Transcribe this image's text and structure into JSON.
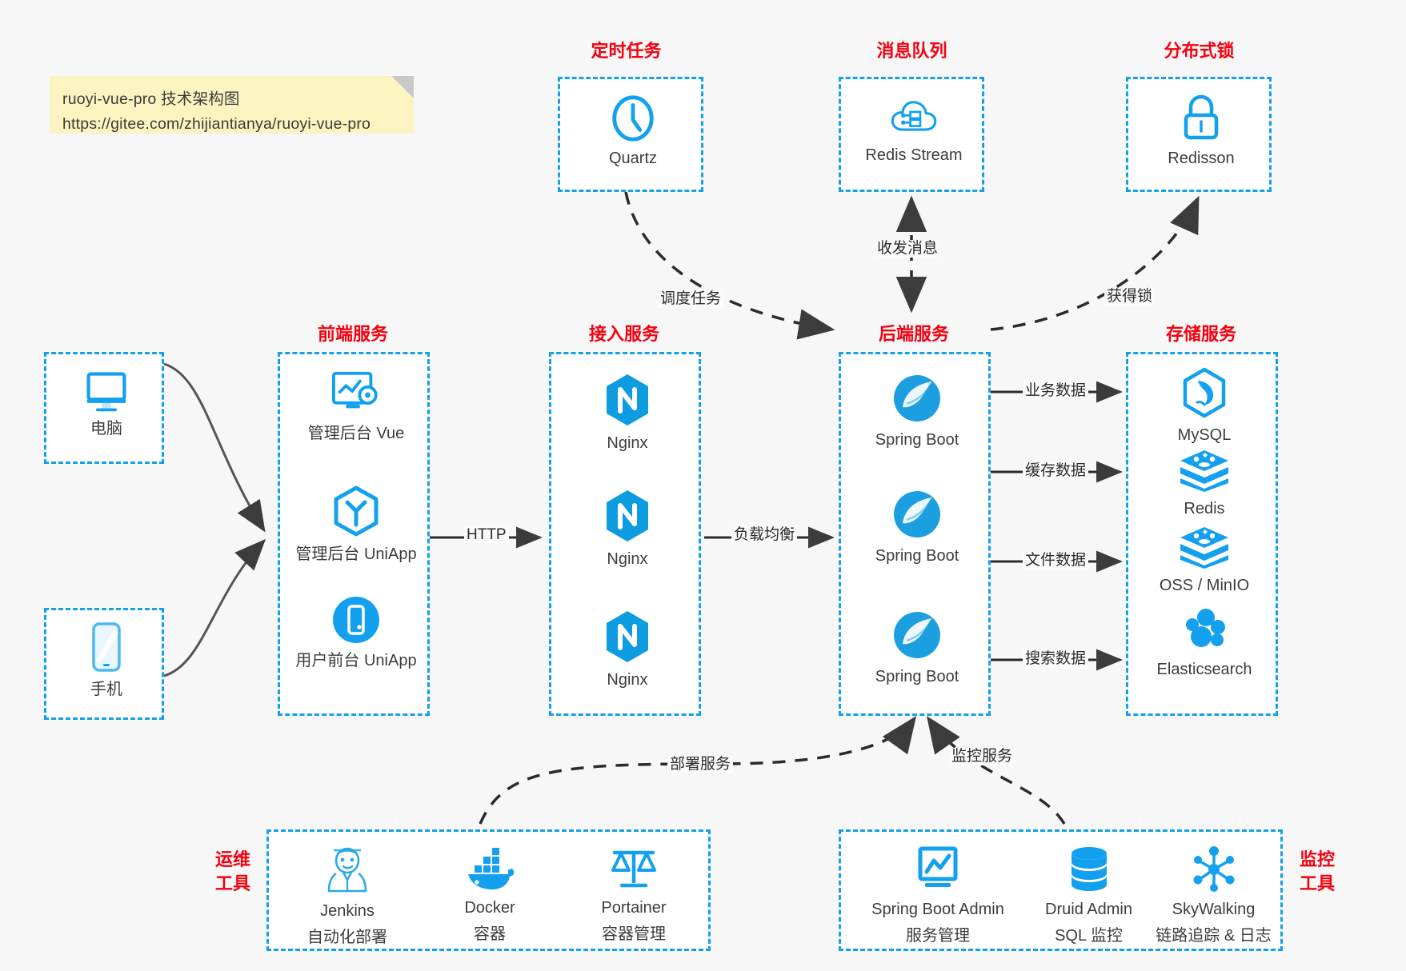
{
  "note": {
    "line1": "ruoyi-vue-pro 技术架构图",
    "line2": "https://gitee.com/zhijiantianya/ruoyi-vue-pro"
  },
  "colors": {
    "accent_blue": "#13a0ef",
    "icon_blue": "#159fe3",
    "heading_red": "#f5000f",
    "background": "#f7f7f7",
    "box_fill": "#ffffff",
    "arrow_gray": "#3c3c3c"
  },
  "groups": {
    "scheduled_tasks": {
      "heading": "定时任务",
      "nodes": [
        {
          "label": "Quartz",
          "icon": "clock-icon"
        }
      ]
    },
    "message_queue": {
      "heading": "消息队列",
      "nodes": [
        {
          "label": "Redis Stream",
          "icon": "cloud-stream-icon"
        }
      ]
    },
    "distributed_lock": {
      "heading": "分布式锁",
      "nodes": [
        {
          "label": "Redisson",
          "icon": "lock-icon"
        }
      ]
    },
    "clients": {
      "nodes": [
        {
          "label": "电脑",
          "icon": "desktop-icon"
        },
        {
          "label": "手机",
          "icon": "mobile-icon"
        }
      ]
    },
    "frontend": {
      "heading": "前端服务",
      "nodes": [
        {
          "label": "管理后台 Vue",
          "icon": "dashboard-settings-icon"
        },
        {
          "label": "管理后台 UniApp",
          "icon": "cube-icon"
        },
        {
          "label": "用户前台 UniApp",
          "icon": "phone-circle-icon"
        }
      ]
    },
    "gateway": {
      "heading": "接入服务",
      "nodes": [
        {
          "label": "Nginx",
          "icon": "nginx-icon"
        },
        {
          "label": "Nginx",
          "icon": "nginx-icon"
        },
        {
          "label": "Nginx",
          "icon": "nginx-icon"
        }
      ]
    },
    "backend": {
      "heading": "后端服务",
      "nodes": [
        {
          "label": "Spring Boot",
          "icon": "spring-icon"
        },
        {
          "label": "Spring Boot",
          "icon": "spring-icon"
        },
        {
          "label": "Spring Boot",
          "icon": "spring-icon"
        }
      ]
    },
    "storage": {
      "heading": "存储服务",
      "nodes": [
        {
          "label": "MySQL",
          "icon": "mysql-icon"
        },
        {
          "label": "Redis",
          "icon": "redis-icon"
        },
        {
          "label": "OSS / MinIO",
          "icon": "redis-icon"
        },
        {
          "label": "Elasticsearch",
          "icon": "elasticsearch-icon"
        }
      ]
    },
    "devops": {
      "heading_line1": "运维",
      "heading_line2": "工具",
      "nodes": [
        {
          "label": "Jenkins",
          "sublabel": "自动化部署",
          "icon": "jenkins-icon"
        },
        {
          "label": "Docker",
          "sublabel": "容器",
          "icon": "docker-icon"
        },
        {
          "label": "Portainer",
          "sublabel": "容器管理",
          "icon": "scales-icon"
        }
      ]
    },
    "monitoring": {
      "heading_line1": "监控",
      "heading_line2": "工具",
      "nodes": [
        {
          "label": "Spring Boot Admin",
          "sublabel": "服务管理",
          "icon": "monitor-chart-icon"
        },
        {
          "label": "Druid Admin",
          "sublabel": "SQL 监控",
          "icon": "database-icon"
        },
        {
          "label": "SkyWalking",
          "sublabel": "链路追踪 & 日志",
          "icon": "skywalking-icon"
        }
      ]
    }
  },
  "edges": [
    {
      "id": "schedule-task",
      "label": "调度任务"
    },
    {
      "id": "send-receive-message",
      "label": "收发消息"
    },
    {
      "id": "acquire-lock",
      "label": "获得锁"
    },
    {
      "id": "http",
      "label": "HTTP"
    },
    {
      "id": "load-balance",
      "label": "负载均衡"
    },
    {
      "id": "business-data",
      "label": "业务数据"
    },
    {
      "id": "cache-data",
      "label": "缓存数据"
    },
    {
      "id": "file-data",
      "label": "文件数据"
    },
    {
      "id": "search-data",
      "label": "搜索数据"
    },
    {
      "id": "deploy-service",
      "label": "部署服务"
    },
    {
      "id": "monitor-service",
      "label": "监控服务"
    }
  ]
}
